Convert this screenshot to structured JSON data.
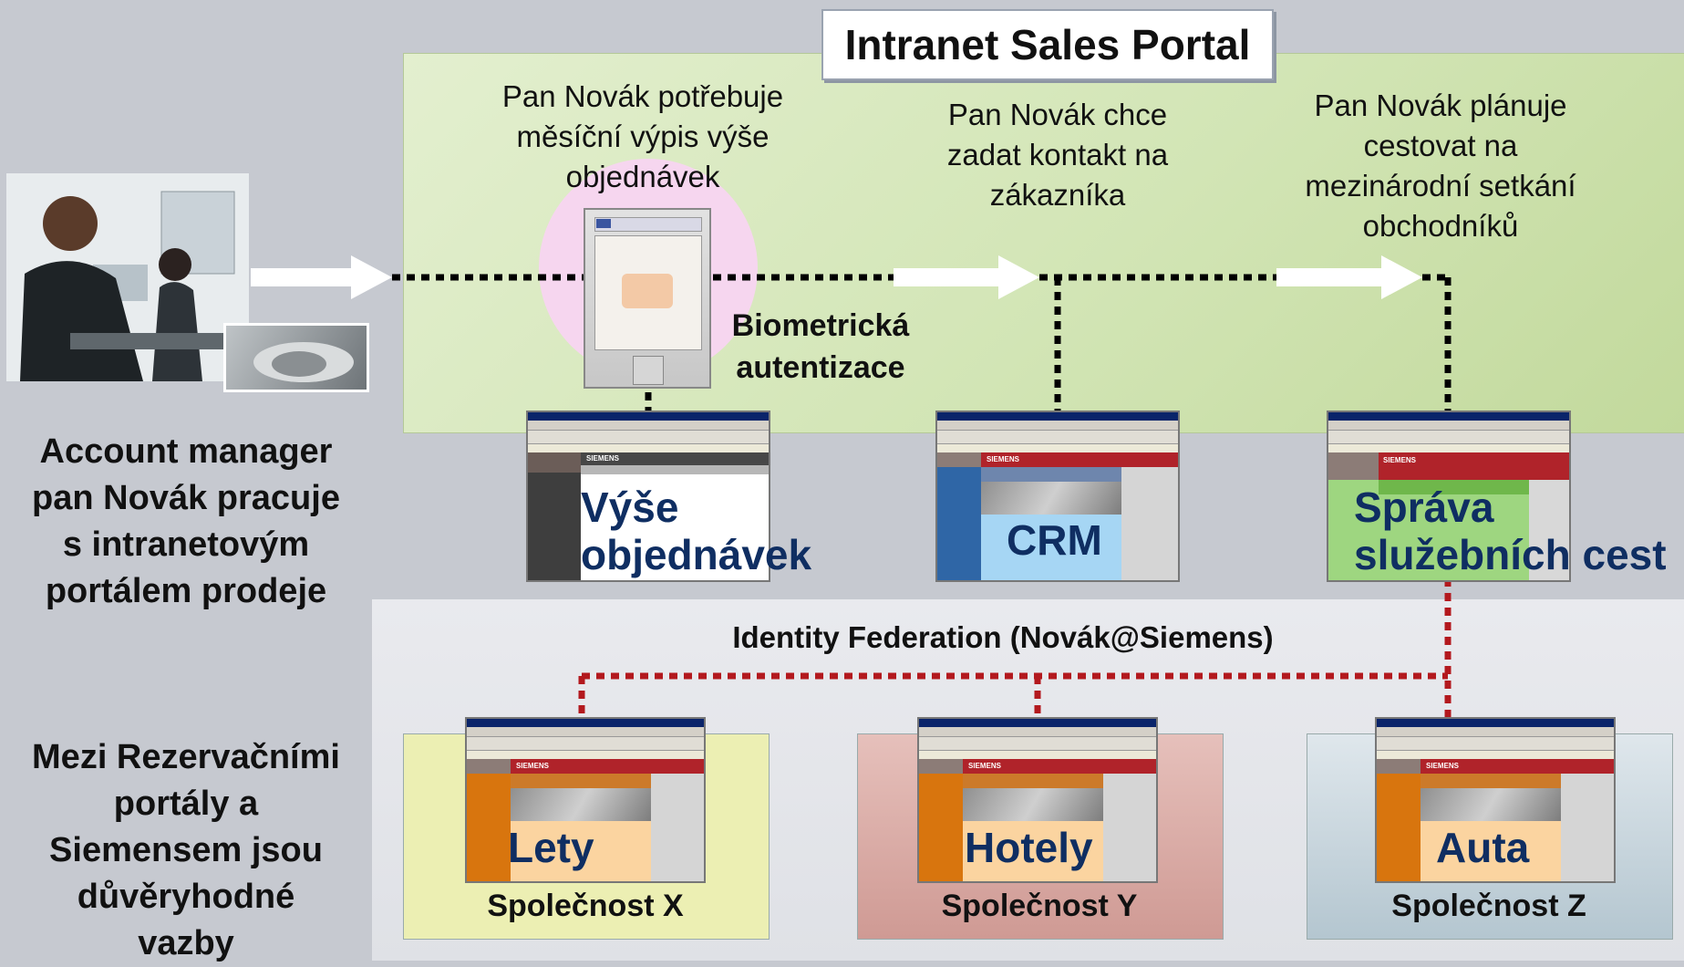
{
  "portal_title": "Intranet Sales Portal",
  "left_top_text": [
    "Account manager",
    "pan Novák pracuje",
    "s intranetovým",
    "portálem prodeje"
  ],
  "left_bottom_text": [
    "Mezi Rezervačními",
    "portály a",
    "Siemensem jsou",
    "důvěryhodné",
    "vazby"
  ],
  "steps": [
    {
      "story": [
        "Pan Novák potřebuje",
        "měsíční výpis výše",
        "objednávek"
      ],
      "label": [
        "Výše",
        "objednávek"
      ]
    },
    {
      "story": [
        "Pan Novák chce",
        "zadat kontakt na",
        "zákazníka"
      ],
      "label": [
        "CRM"
      ]
    },
    {
      "story": [
        "Pan Novák plánuje",
        "cestovat na",
        "mezinárodní setkání",
        "obchodníků"
      ],
      "label": [
        "Správa",
        "služebních cest"
      ]
    }
  ],
  "biometric": [
    "Biometrická",
    "autentizace"
  ],
  "federation_label": "Identity Federation (Novák@Siemens)",
  "partners": [
    {
      "label": "Lety",
      "company": "Společnost X",
      "color": "#ecefb3"
    },
    {
      "label": "Hotely",
      "company": "Společnost Y",
      "color": "#d9a9a4"
    },
    {
      "label": "Auta",
      "company": "Společnost Z",
      "color": "#c8d6de"
    }
  ],
  "colors": {
    "accent_text": "#0f2e62",
    "federation_link": "#b3191e",
    "flow_arrow": "#ffffff",
    "flow_line": "#000000"
  },
  "brand_text": "SIEMENS"
}
